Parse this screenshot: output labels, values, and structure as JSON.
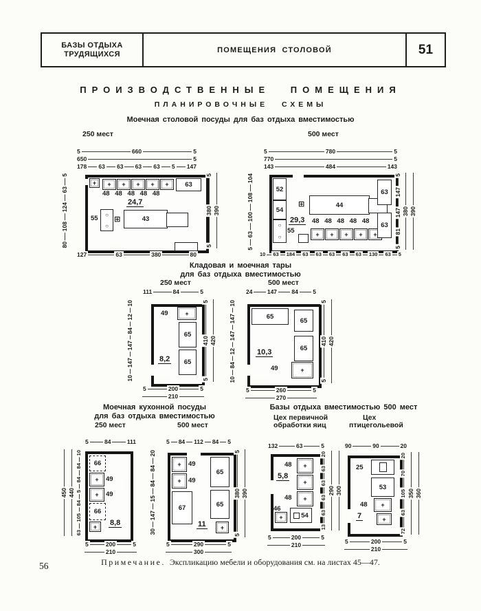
{
  "page": {
    "number_left": "56"
  },
  "header": {
    "left_line1": "БАЗЫ ОТДЫХА",
    "left_line2": "ТРУДЯЩИХСЯ",
    "center": "ПОМЕЩЕНИЯ СТОЛОВОЙ",
    "sheet": "51"
  },
  "titles": {
    "main": "ПРОИЗВОДСТВЕННЫЕ ПОМЕЩЕНИЯ",
    "sub": "ПЛАНИРОВОЧНЫЕ СХЕМЫ"
  },
  "sections": {
    "s1": {
      "title": "Моечная столовой посуды для баз отдыха вместимостью",
      "cap_left": "250 мест",
      "cap_right": "500 мест"
    },
    "s2": {
      "title1": "Кладовая и моечная тары",
      "title2": "для баз отдыха вместимостью",
      "cap_left": "250 мест",
      "cap_right": "500 мест"
    },
    "s3": {
      "title1": "Моечная кухонной посуды",
      "title2": "для баз отдыха вместимостью",
      "cap_left": "250 мест",
      "cap_right": "500 мест"
    },
    "s4": {
      "title": "Базы отдыха вместимостью 500 мест",
      "cap_left1": "Цех первичной",
      "cap_left2": "обработки яиц",
      "cap_right1": "Цех",
      "cap_right2": "птицегольевой"
    }
  },
  "note": {
    "label": "Примечание.",
    "text": "Экспликацию мебели и оборудования см. на листах 45—47."
  },
  "icons": {
    "sink_cross": "+",
    "burner_circle": "○",
    "hatch_square": "⊞"
  },
  "plans": {
    "p1": {
      "top1": [
        "5",
        "660",
        "5"
      ],
      "top2": [
        "650",
        "5"
      ],
      "top3": [
        "178",
        "63",
        "63",
        "63",
        "63",
        "5",
        "147"
      ],
      "left": [
        "5",
        "63",
        "124",
        "108",
        "80"
      ],
      "right_inner": [
        "5",
        "380",
        "5"
      ],
      "right_outer": [
        "390"
      ],
      "bottom": [
        "127",
        "63",
        "380",
        "80"
      ],
      "sink_labels": [
        "48",
        "48",
        "48",
        "48",
        "48"
      ],
      "unit_right": "63",
      "table": "43",
      "unit_left": "55",
      "area": "24,7"
    },
    "p2": {
      "top1": [
        "5",
        "780",
        "5"
      ],
      "top2": [
        "770",
        "5"
      ],
      "top3": [
        "143",
        "484",
        "143"
      ],
      "left": [
        "104",
        "108",
        "100",
        "63",
        "5"
      ],
      "right_chain": [
        "5",
        "147",
        "147",
        "81",
        "5"
      ],
      "right_mid": [
        "380"
      ],
      "right_outer": [
        "390"
      ],
      "bottom": [
        "10",
        "63",
        "184",
        "63",
        "63",
        "63",
        "63",
        "63",
        "130",
        "63",
        "5"
      ],
      "units_left": [
        "52",
        "54"
      ],
      "unit_55": "55",
      "table": "44",
      "area": "29,3",
      "sink_labels": [
        "48",
        "48",
        "48",
        "48",
        "48"
      ],
      "units_right": [
        "63",
        "63"
      ]
    },
    "p3": {
      "top": [
        "111",
        "84",
        "5"
      ],
      "left": [
        "10",
        "12",
        "84",
        "147",
        "147",
        "10"
      ],
      "right_inner": [
        "5",
        "410",
        "5"
      ],
      "right_outer": [
        "420"
      ],
      "bottom1": [
        "5",
        "200",
        "5"
      ],
      "bottom2": [
        "210"
      ],
      "unit_49": "49",
      "units": [
        "65",
        "65"
      ],
      "area": "8,2"
    },
    "p4": {
      "top": [
        "24",
        "147",
        "84",
        "5"
      ],
      "left": [
        "10",
        "147",
        "147",
        "12",
        "84",
        "10"
      ],
      "right_inner": [
        "5",
        "410",
        "5"
      ],
      "right_outer": [
        "420"
      ],
      "bottom1": [
        "5",
        "260",
        "5"
      ],
      "bottom2": [
        "270"
      ],
      "unit_65": "65",
      "units": [
        "65",
        "65"
      ],
      "unit_49": "49",
      "area": "10,3"
    },
    "p5": {
      "top": [
        "5",
        "84",
        "111"
      ],
      "left_chain": [
        "10",
        "84",
        "84",
        "5",
        "84",
        "105",
        "63"
      ],
      "left_mid": [
        "440"
      ],
      "left_outer": [
        "450"
      ],
      "bottom1": [
        "5",
        "200",
        "5"
      ],
      "bottom2": [
        "210"
      ],
      "unit_66a": "66",
      "sink_49a": "49",
      "sink_49b": "49",
      "unit_66b": "66",
      "area": "8,8"
    },
    "p6": {
      "top": [
        "5",
        "84",
        "112",
        "84",
        "5"
      ],
      "left": [
        "20",
        "84",
        "84",
        "15",
        "147",
        "30"
      ],
      "right_inner": [
        "5",
        "380",
        "5"
      ],
      "right_outer": [
        "390"
      ],
      "bottom1": [
        "5",
        "290",
        "5"
      ],
      "bottom2": [
        "300"
      ],
      "sink_49a": "49",
      "sink_49b": "49",
      "unit_67": "67",
      "units_right": [
        "65",
        "65"
      ],
      "area": "11"
    },
    "p7": {
      "top": [
        "132",
        "63",
        "5"
      ],
      "right_chain": [
        "20",
        "63",
        "63",
        "63",
        "63",
        "13"
      ],
      "right_mid": [
        "290"
      ],
      "right_outer": [
        "300"
      ],
      "bottom1": [
        "5",
        "200",
        "5"
      ],
      "bottom2": [
        "210"
      ],
      "sink_48a": "48",
      "sink_48b": "48",
      "unit_46": "46",
      "unit_54": "54",
      "area": "5,8"
    },
    "p8": {
      "top": [
        "90",
        "90",
        "20"
      ],
      "right_chain": [
        "20",
        "70",
        "105",
        "63",
        "72"
      ],
      "right_mid": [
        "350"
      ],
      "right_outer": [
        "360"
      ],
      "bottom1": [
        "5",
        "200",
        "5"
      ],
      "bottom2": [
        "210"
      ],
      "unit_25": "25",
      "unit_53": "53",
      "unit_48": "48",
      "area": "7"
    }
  }
}
